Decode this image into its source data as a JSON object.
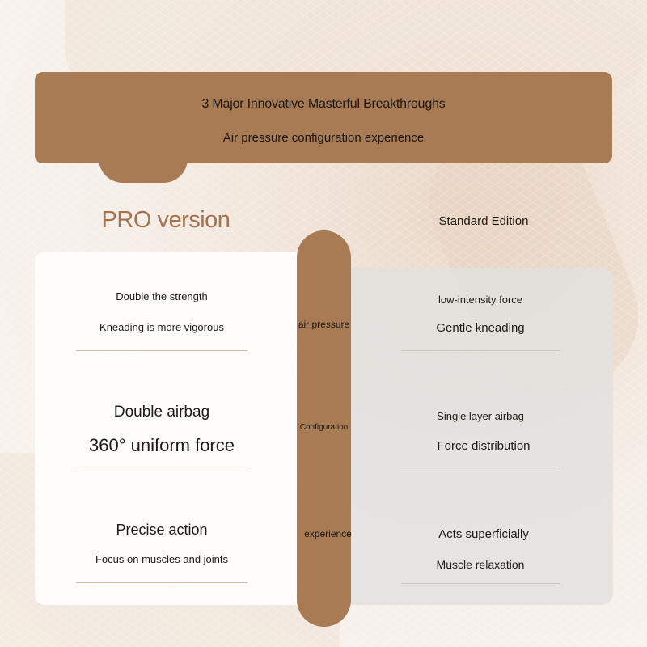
{
  "banner": {
    "title": "3 Major Innovative Masterful Breakthroughs",
    "subtitle": "Air pressure configuration experience"
  },
  "pro": {
    "title": "PRO version",
    "rows": [
      {
        "line1": "Double the strength",
        "line2": "Kneading is more vigorous"
      },
      {
        "line1": "Double airbag",
        "line2": "360° uniform force"
      },
      {
        "line1": "Precise action",
        "line2": "Focus on muscles and joints"
      }
    ]
  },
  "standard": {
    "title": "Standard Edition",
    "rows": [
      {
        "line1": "low-intensity force",
        "line2": "Gentle kneading"
      },
      {
        "line1": "Single layer airbag",
        "line2": "Force distribution"
      },
      {
        "line1": "Acts superficially",
        "line2": "Muscle relaxation"
      }
    ]
  },
  "pillar": {
    "labels": [
      "air pressure",
      "Configuration",
      "experience"
    ]
  },
  "colors": {
    "accent": "#a87b55",
    "pro_title": "#a27350",
    "standard_panel": "#e2e0de"
  }
}
